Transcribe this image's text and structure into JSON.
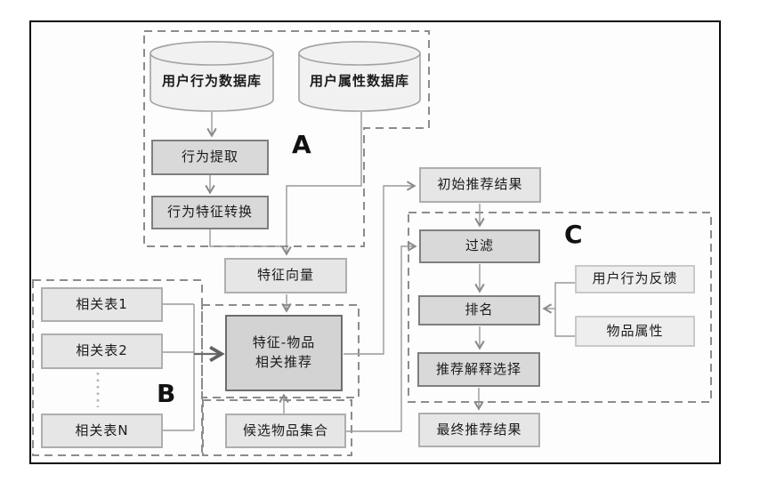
{
  "diagram": {
    "title_hint": "recommendation-pipeline-flowchart",
    "sections": {
      "a_label": "A",
      "b_label": "B",
      "c_label": "C"
    },
    "databases": {
      "behavior_db": "用户行为数据库",
      "attribute_db": "用户属性数据库"
    },
    "nodes": {
      "behavior_extract": "行为提取",
      "behavior_feature_transform": "行为特征转换",
      "feature_vector": "特征向量",
      "feature_item_line1": "特征-物品",
      "feature_item_line2": "相关推荐",
      "candidate_item_set": "候选物品集合",
      "related_table_1": "相关表1",
      "related_table_2": "相关表2",
      "related_table_n": "相关表N",
      "initial_result": "初始推荐结果",
      "filter": "过滤",
      "rank": "排名",
      "explanation_select": "推荐解释选择",
      "final_result": "最终推荐结果",
      "user_behavior_feedback": "用户行为反馈",
      "item_attribute": "物品属性"
    },
    "colors": {
      "process_fill": "#d9d9d9",
      "process_border": "#7f7f7f",
      "data_fill": "#e6e6e6",
      "data_border": "#aeaeae",
      "light_fill": "#eeeeee",
      "cylinder_fill": "#f1f1f1",
      "dashed_outline": "#8c8c8c",
      "connector": "#999999",
      "frame": "#0a0a0a"
    }
  }
}
